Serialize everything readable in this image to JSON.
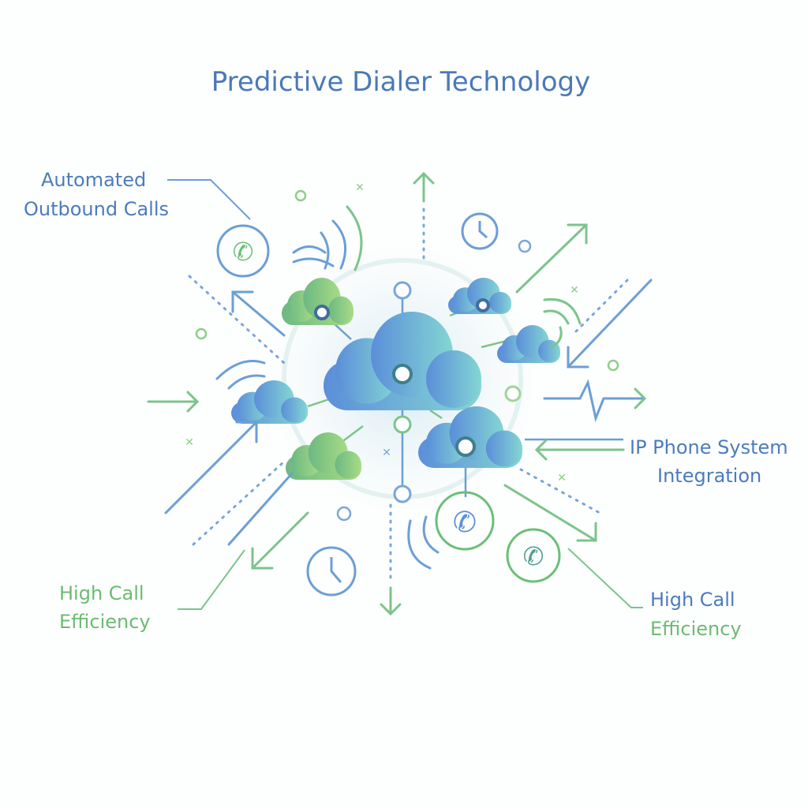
{
  "title": "Predictive Dialer Technology",
  "labels": {
    "automated": [
      "Automated",
      "Outbound Calls"
    ],
    "ip_phone": [
      "IP Phone System",
      "Integration"
    ],
    "efficiency_left": [
      "High Call",
      "Efficiency"
    ],
    "efficiency_right": [
      "High Call",
      "Efficiency"
    ]
  },
  "colors": {
    "blue": "#5b8fd8",
    "teal": "#7fd4d4",
    "green": "#6cbf78",
    "text_blue": "#4c7cbc",
    "text_green": "#6dbb72"
  },
  "icons": [
    "cloud-icon",
    "phone-icon",
    "clock-icon",
    "signal-waves-icon",
    "arrow-icon",
    "pulse-icon"
  ]
}
